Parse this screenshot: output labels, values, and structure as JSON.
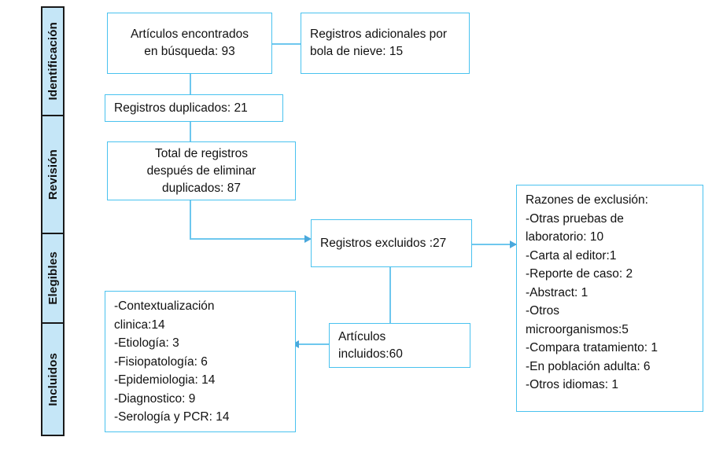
{
  "diagram": {
    "title": "PRISMA flow diagram",
    "accent_border": "#49c2ef",
    "stage_fill": "#c5e6f7",
    "connector_color": "#6ec7ee"
  },
  "stages": [
    {
      "label": "Identificación"
    },
    {
      "label": "Revisión"
    },
    {
      "label": "Elegibles"
    },
    {
      "label": "Incluidos"
    }
  ],
  "boxes": {
    "found": {
      "lines": [
        "Artículos encontrados",
        "en búsqueda: 93"
      ]
    },
    "snowball": {
      "lines": [
        "Registros adicionales por",
        "bola de nieve: 15"
      ]
    },
    "duplicates": {
      "lines": [
        "Registros duplicados: 21"
      ]
    },
    "after_duplicates": {
      "lines": [
        "Total de registros",
        "después de eliminar",
        "duplicados: 87"
      ]
    },
    "excluded": {
      "lines": [
        "Registros excluidos :27"
      ]
    },
    "reasons": {
      "lines": [
        "Razones de exclusión:",
        "-Otras pruebas de",
        "laboratorio: 10",
        "-Carta al editor:1",
        "-Reporte de caso: 2",
        "-Abstract: 1",
        "-Otros",
        "microorganismos:5",
        "-Compara tratamiento: 1",
        "-En población adulta: 6",
        "-Otros idiomas: 1"
      ]
    },
    "included": {
      "lines": [
        "Artículos",
        "incluidos:60"
      ]
    },
    "topics": {
      "lines": [
        "-Contextualización",
        "clinica:14",
        "-Etiología: 3",
        "-Fisiopatología: 6",
        "-Epidemiologia: 14",
        "-Diagnostico: 9",
        "-Serología y PCR: 14"
      ]
    }
  }
}
